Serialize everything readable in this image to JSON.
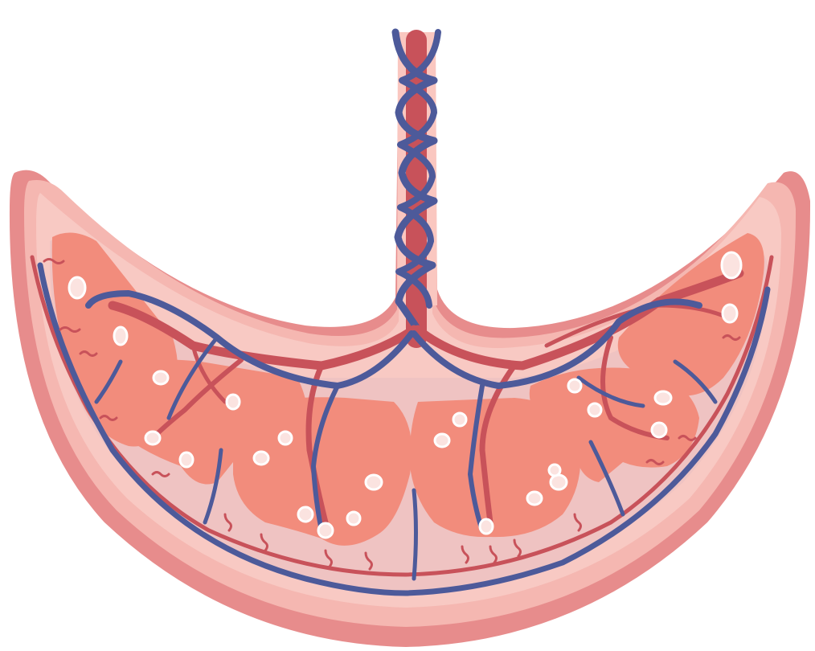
{
  "colors": {
    "background": "#ffffff",
    "outer_wall": "#e78c8c",
    "outer_wall_dark": "#d97a7c",
    "wall_inner": "#f5b7b1",
    "decidua": "#f8c9c3",
    "intervillous_space": "#efc3c2",
    "cotyledon": "#f28c7c",
    "cord_sheath": "#fac7c0",
    "artery": "#c8525a",
    "artery_light": "#e07a7e",
    "vein": "#4d5a9a",
    "vein_light": "#6f7fc0",
    "villus_fill": "#fbe3e0",
    "villus_outline": "#ffffff"
  },
  "structures": [
    {
      "id": "umbilical-cord",
      "kind": "cord"
    },
    {
      "id": "placenta-body",
      "kind": "crescent"
    },
    {
      "id": "cotyledons",
      "kind": "lobes",
      "count": 6
    },
    {
      "id": "chorionic-vessels",
      "kind": "vessels"
    },
    {
      "id": "spiral-arteries",
      "kind": "vessels"
    }
  ]
}
